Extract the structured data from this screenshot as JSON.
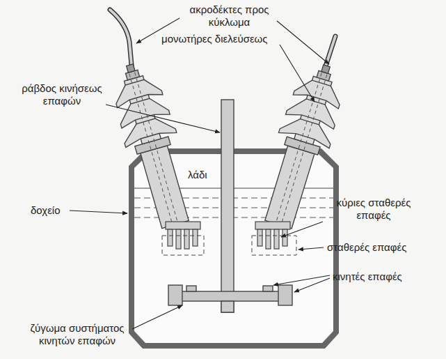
{
  "diagram": {
    "labels": [
      "ακροδέκτες προς κύκλωμα",
      "μονωτήρες διελεύσεως",
      "ράβδος κινήσεως επαφών",
      "λάδι",
      "κύριες σταθερές επαφές",
      "δοχείο",
      "σταθερές επαφές",
      "κινητές επαφές",
      "ζύγωμα συστήματος κινητών επαφών"
    ]
  }
}
